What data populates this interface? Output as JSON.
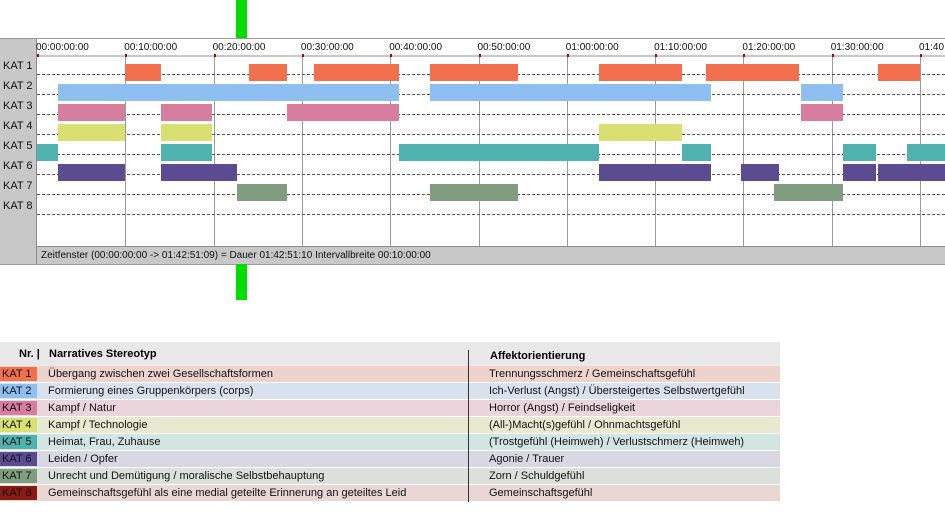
{
  "timeline": {
    "ticks": [
      "00:00:00:00",
      "00:10:00:00",
      "00:20:00:00",
      "00:30:00:00",
      "00:40:00:00",
      "00:50:00:00",
      "01:00:00:00",
      "01:10:00:00",
      "01:20:00:00",
      "01:30:00:00",
      "01:40"
    ],
    "rows": [
      "KAT 1",
      "KAT 2",
      "KAT 3",
      "KAT 4",
      "KAT 5",
      "KAT 6",
      "KAT 7",
      "KAT 8"
    ],
    "status_text": "Zeitfenster (00:00:00:00 -> 01:42:51:09) = Dauer 01:42:51:10     Intervallbreite 00:10:00:00",
    "total_minutes": 102.86,
    "segments_minutes": {
      "KAT 1": [
        [
          10,
          14
        ],
        [
          24,
          28.3
        ],
        [
          31.4,
          41
        ],
        [
          44.5,
          54.5
        ],
        [
          63.7,
          73
        ],
        [
          75.8,
          86.3
        ],
        [
          95.2,
          100
        ]
      ],
      "KAT 2": [
        [
          2.4,
          41
        ],
        [
          44.5,
          76.3
        ],
        [
          86.5,
          91.3
        ]
      ],
      "KAT 3": [
        [
          2.4,
          10
        ],
        [
          14,
          19.8
        ],
        [
          28.3,
          41
        ],
        [
          86.5,
          91.3
        ]
      ],
      "KAT 4": [
        [
          2.4,
          10
        ],
        [
          14,
          19.8
        ],
        [
          63.7,
          73
        ]
      ],
      "KAT 5": [
        [
          0,
          2.4
        ],
        [
          14,
          19.8
        ],
        [
          41,
          63.7
        ],
        [
          73,
          76.3
        ],
        [
          91.3,
          95
        ],
        [
          98.5,
          102.86
        ]
      ],
      "KAT 6": [
        [
          2.4,
          10
        ],
        [
          14,
          22.6
        ],
        [
          63.7,
          76.3
        ],
        [
          79.7,
          84
        ],
        [
          91.3,
          95
        ],
        [
          95.2,
          102.86
        ]
      ],
      "KAT 7": [
        [
          22.6,
          28.3
        ],
        [
          44.5,
          54.5
        ],
        [
          83.5,
          91.3
        ]
      ],
      "KAT 8": []
    }
  },
  "colors": {
    "KAT 1": "#f2704e",
    "KAT 2": "#8dbff0",
    "KAT 3": "#d77e9f",
    "KAT 4": "#d8e071",
    "KAT 5": "#4fb2ae",
    "KAT 6": "#5b4b91",
    "KAT 7": "#809e7f",
    "KAT 8": "#8b1a12"
  },
  "legend": {
    "head_nr": "Nr. |",
    "head_stereotyp": "Narratives Stereotyp",
    "head_affekt": "Affektorientierung",
    "rows": [
      {
        "kat": "KAT 1",
        "stereotyp": "Übergang zwischen zwei Gesellschaftsformen",
        "affekt": "Trennungsschmerz / Gemeinschaftsgefühl",
        "bg": "#eed3cd"
      },
      {
        "kat": "KAT 2",
        "stereotyp": "Formierung eines Gruppenkörpers (corps)",
        "affekt": "Ich-Verlust (Angst) / Übersteigertes Selbstwertgefühl",
        "bg": "#d8e2ee"
      },
      {
        "kat": "KAT 3",
        "stereotyp": "Kampf / Natur",
        "affekt": "Horror (Angst) / Feindseligkeit",
        "bg": "#ebd5dd"
      },
      {
        "kat": "KAT 4",
        "stereotyp": "Kampf / Technologie",
        "affekt": "(All-)Macht(s)gefühl / Ohnmachtsgefühl",
        "bg": "#e8e9d1"
      },
      {
        "kat": "KAT 5",
        "stereotyp": "Heimat, Frau, Zuhause",
        "affekt": "(Trostgefühl (Heimweh) / Verlustschmerz (Heimweh)",
        "bg": "#d2e5e3"
      },
      {
        "kat": "KAT 6",
        "stereotyp": "Leiden / Opfer",
        "affekt": "Agonie / Trauer",
        "bg": "#d9d7e2"
      },
      {
        "kat": "KAT 7",
        "stereotyp": "Unrecht und Demütigung / moralische Selbstbehauptung",
        "affekt": "Zorn / Schuldgefühl",
        "bg": "#dbe0da"
      },
      {
        "kat": "KAT 8",
        "stereotyp": "Gemeinschaftsgefühl als eine medial geteilte Erinnerung an geteiltes Leid",
        "affekt": "Gemeinschaftsgefühl",
        "bg": "#ebd6d6"
      }
    ]
  }
}
